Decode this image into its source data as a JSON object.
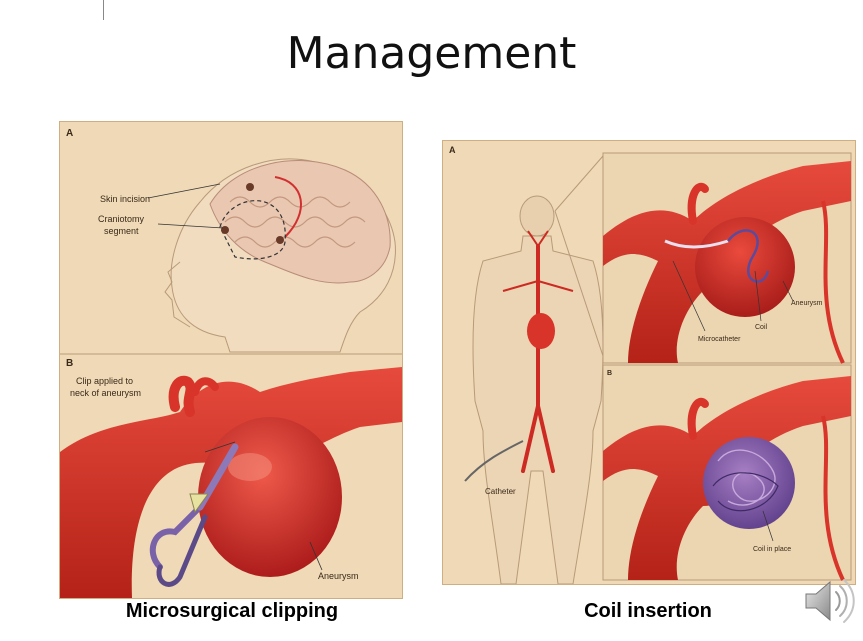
{
  "slide": {
    "title": "Management"
  },
  "left_figure": {
    "panel_a_letter": "A",
    "skin_incision": "Skin incision",
    "craniotomy_line1": "Craniotomy",
    "craniotomy_line2": "segment",
    "panel_b_letter": "B",
    "clip_line1": "Clip applied to",
    "clip_line2": "neck of aneurysm",
    "aneurysm": "Aneurysm",
    "caption": "Microsurgical clipping"
  },
  "right_figure": {
    "panel_a_letter": "A",
    "catheter": "Catheter",
    "microcatheter": "Microcatheter",
    "coil": "Coil",
    "aneurysm": "Aneurysm",
    "panel_b_letter": "B",
    "coil_in_place": "Coil in place",
    "caption": "Coil insertion"
  },
  "icons": {
    "speaker": "speaker-icon"
  },
  "colors": {
    "panel_bg": "#efd9b6",
    "vessel": "#d8342a",
    "aneurysm_dark": "#b52020",
    "coil": "#6b4aa0"
  }
}
